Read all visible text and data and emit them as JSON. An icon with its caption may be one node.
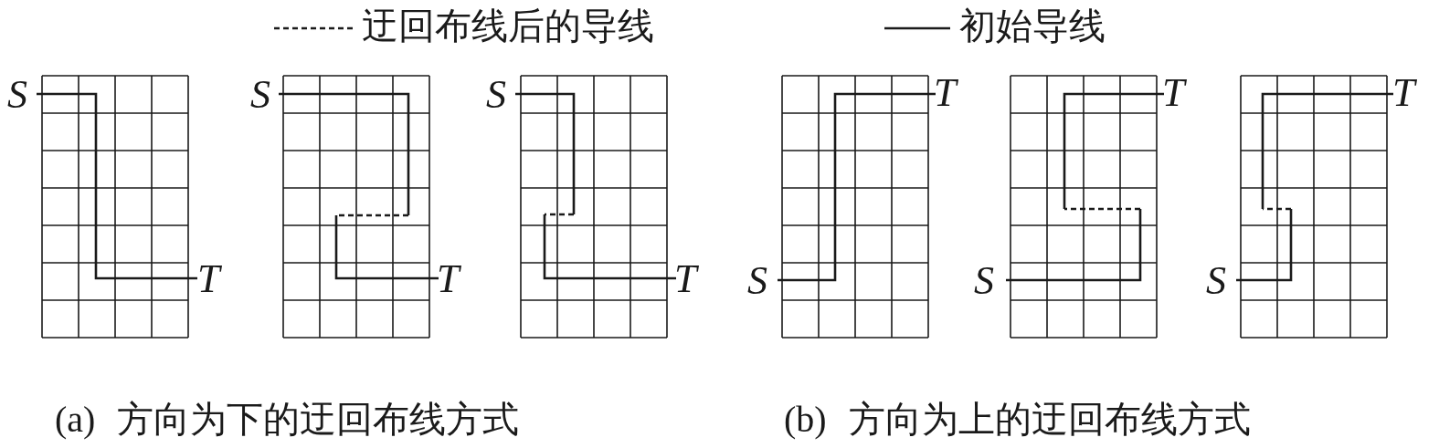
{
  "diagram": {
    "labels": [
      "S",
      "T",
      "S",
      "T",
      "S",
      "T",
      "T",
      "S",
      "T",
      "S",
      "T",
      "S",
      "(a) 方向为下的迂回布线方式",
      "(b) 方向为上的迂回布线方式"
    ],
    "legend": [
      {
        "text": "迂回布线后的导线"
      },
      {
        "text": "初始导线"
      }
    ]
  }
}
